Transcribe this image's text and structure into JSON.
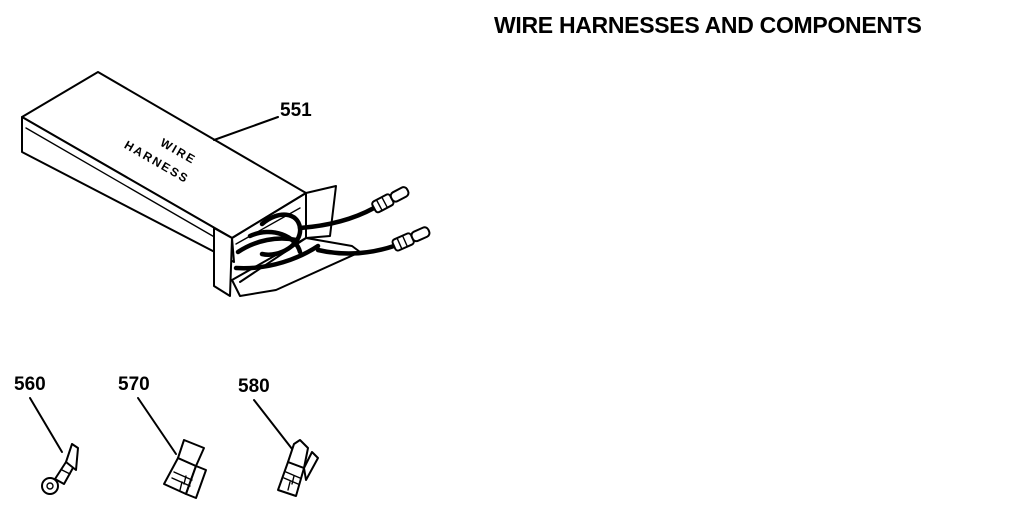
{
  "title": "WIRE HARNESSES AND COMPONENTS",
  "box_label": {
    "line1": "WIRE",
    "line2": "HARNESS"
  },
  "parts": [
    {
      "number": "551",
      "icon": "wire-harness-box-icon"
    },
    {
      "number": "560",
      "icon": "ring-terminal-icon"
    },
    {
      "number": "570",
      "icon": "flag-terminal-icon"
    },
    {
      "number": "580",
      "icon": "spade-terminal-icon"
    }
  ]
}
